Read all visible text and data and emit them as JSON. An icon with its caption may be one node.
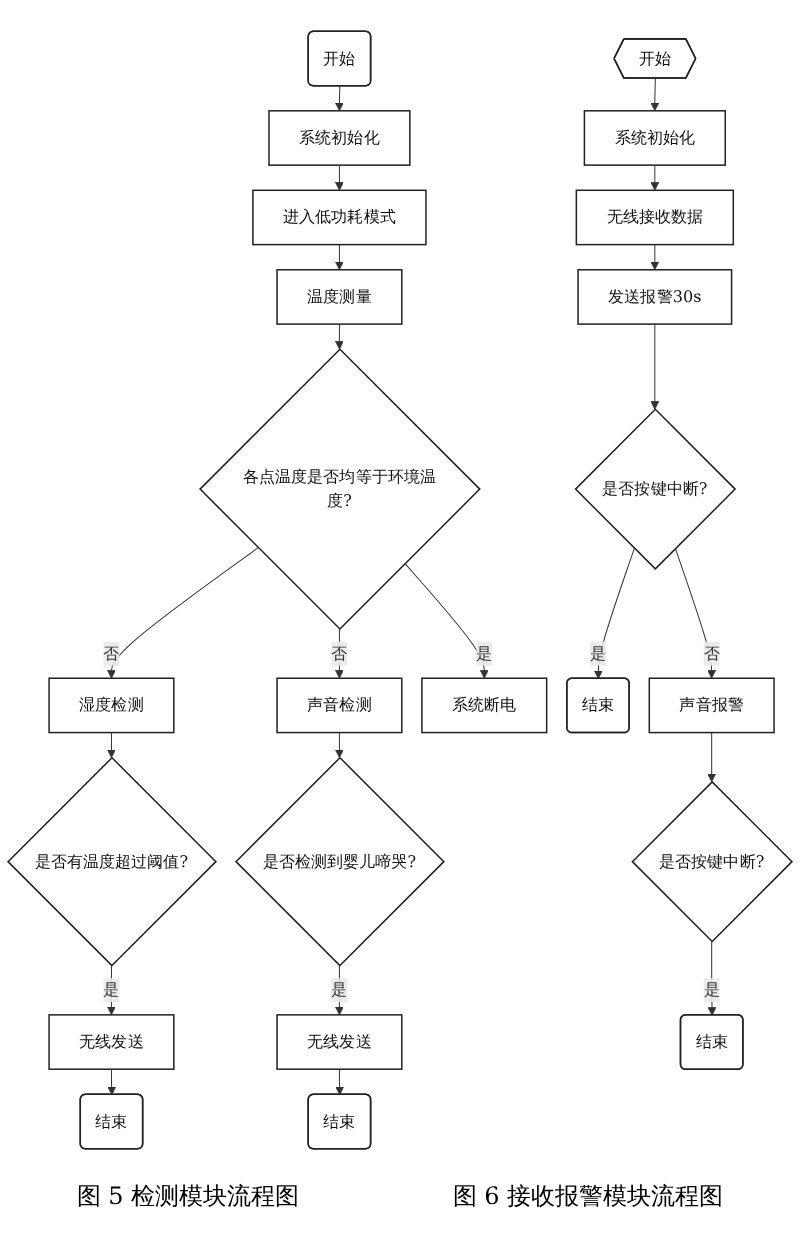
{
  "diagram": {
    "nodes": [
      {
        "text": [
          "开始"
        ]
      },
      {
        "text": [
          "系统初始化"
        ]
      },
      {
        "text": [
          "进入低功耗模式"
        ]
      },
      {
        "text": [
          "温度测量"
        ]
      },
      {
        "text": [
          "各点温度是否均等于环境温度?"
        ]
      },
      {
        "text": [
          "湿度检测"
        ]
      },
      {
        "text": [
          "声音检测"
        ]
      },
      {
        "text": [
          "是否有温度超过阈值?"
        ]
      },
      {
        "text": [
          "系统断电"
        ]
      },
      {
        "text": [
          "是否检测到婴儿啼哭?"
        ]
      },
      {
        "text": [
          "无线发送"
        ]
      },
      {
        "text": [
          "无线发送"
        ]
      },
      {
        "text": [
          "结束"
        ]
      },
      {
        "text": [
          "结束"
        ]
      },
      {
        "text": [
          "开始"
        ]
      },
      {
        "text": [
          "系统初始化"
        ]
      },
      {
        "text": [
          "无线接收数据"
        ]
      },
      {
        "text": [
          "发送报警30s"
        ]
      },
      {
        "text": [
          "是否按键中断?"
        ]
      },
      {
        "text": [
          "结束"
        ]
      },
      {
        "text": [
          "声音报警"
        ]
      },
      {
        "text": [
          "是否按键中断?"
        ]
      },
      {
        "text": [
          "结束"
        ]
      }
    ],
    "edges": [
      {
        "from": 0,
        "to": 1,
        "arrow": "to"
      },
      {
        "from": 1,
        "to": 2,
        "arrow": "to"
      },
      {
        "from": 2,
        "to": 3,
        "arrow": "to"
      },
      {
        "from": 3,
        "to": 4,
        "arrow": "to"
      },
      {
        "from": 4,
        "to": 5,
        "arrow": "to",
        "label": "否"
      },
      {
        "from": 4,
        "to": 6,
        "arrow": "to",
        "label": "否"
      },
      {
        "from": 4,
        "to": 8,
        "arrow": "to",
        "label": "是"
      },
      {
        "from": 5,
        "to": 7,
        "arrow": "to"
      },
      {
        "from": 7,
        "to": 10,
        "arrow": "to",
        "label": "是"
      },
      {
        "from": 10,
        "to": 12,
        "arrow": "to"
      },
      {
        "from": 6,
        "to": 9,
        "arrow": "to"
      },
      {
        "from": 9,
        "to": 11,
        "arrow": "to",
        "label": "是"
      },
      {
        "from": 11,
        "to": 13,
        "arrow": "to"
      },
      {
        "from": 14,
        "to": 15,
        "arrow": "to"
      },
      {
        "from": 15,
        "to": 16,
        "arrow": "to"
      },
      {
        "from": 16,
        "to": 17,
        "arrow": "to"
      },
      {
        "from": 17,
        "to": 18,
        "arrow": "to"
      },
      {
        "from": 18,
        "to": 19,
        "arrow": "to",
        "label": "是"
      },
      {
        "from": 18,
        "to": 20,
        "arrow": "to",
        "label": "否"
      },
      {
        "from": 20,
        "to": 21,
        "arrow": "to"
      },
      {
        "from": 21,
        "to": 22,
        "arrow": "to",
        "label": "是"
      }
    ],
    "labels": [
      "图 5 检测模块流程图",
      "图 6 接收报警模块流程图"
    ]
  }
}
